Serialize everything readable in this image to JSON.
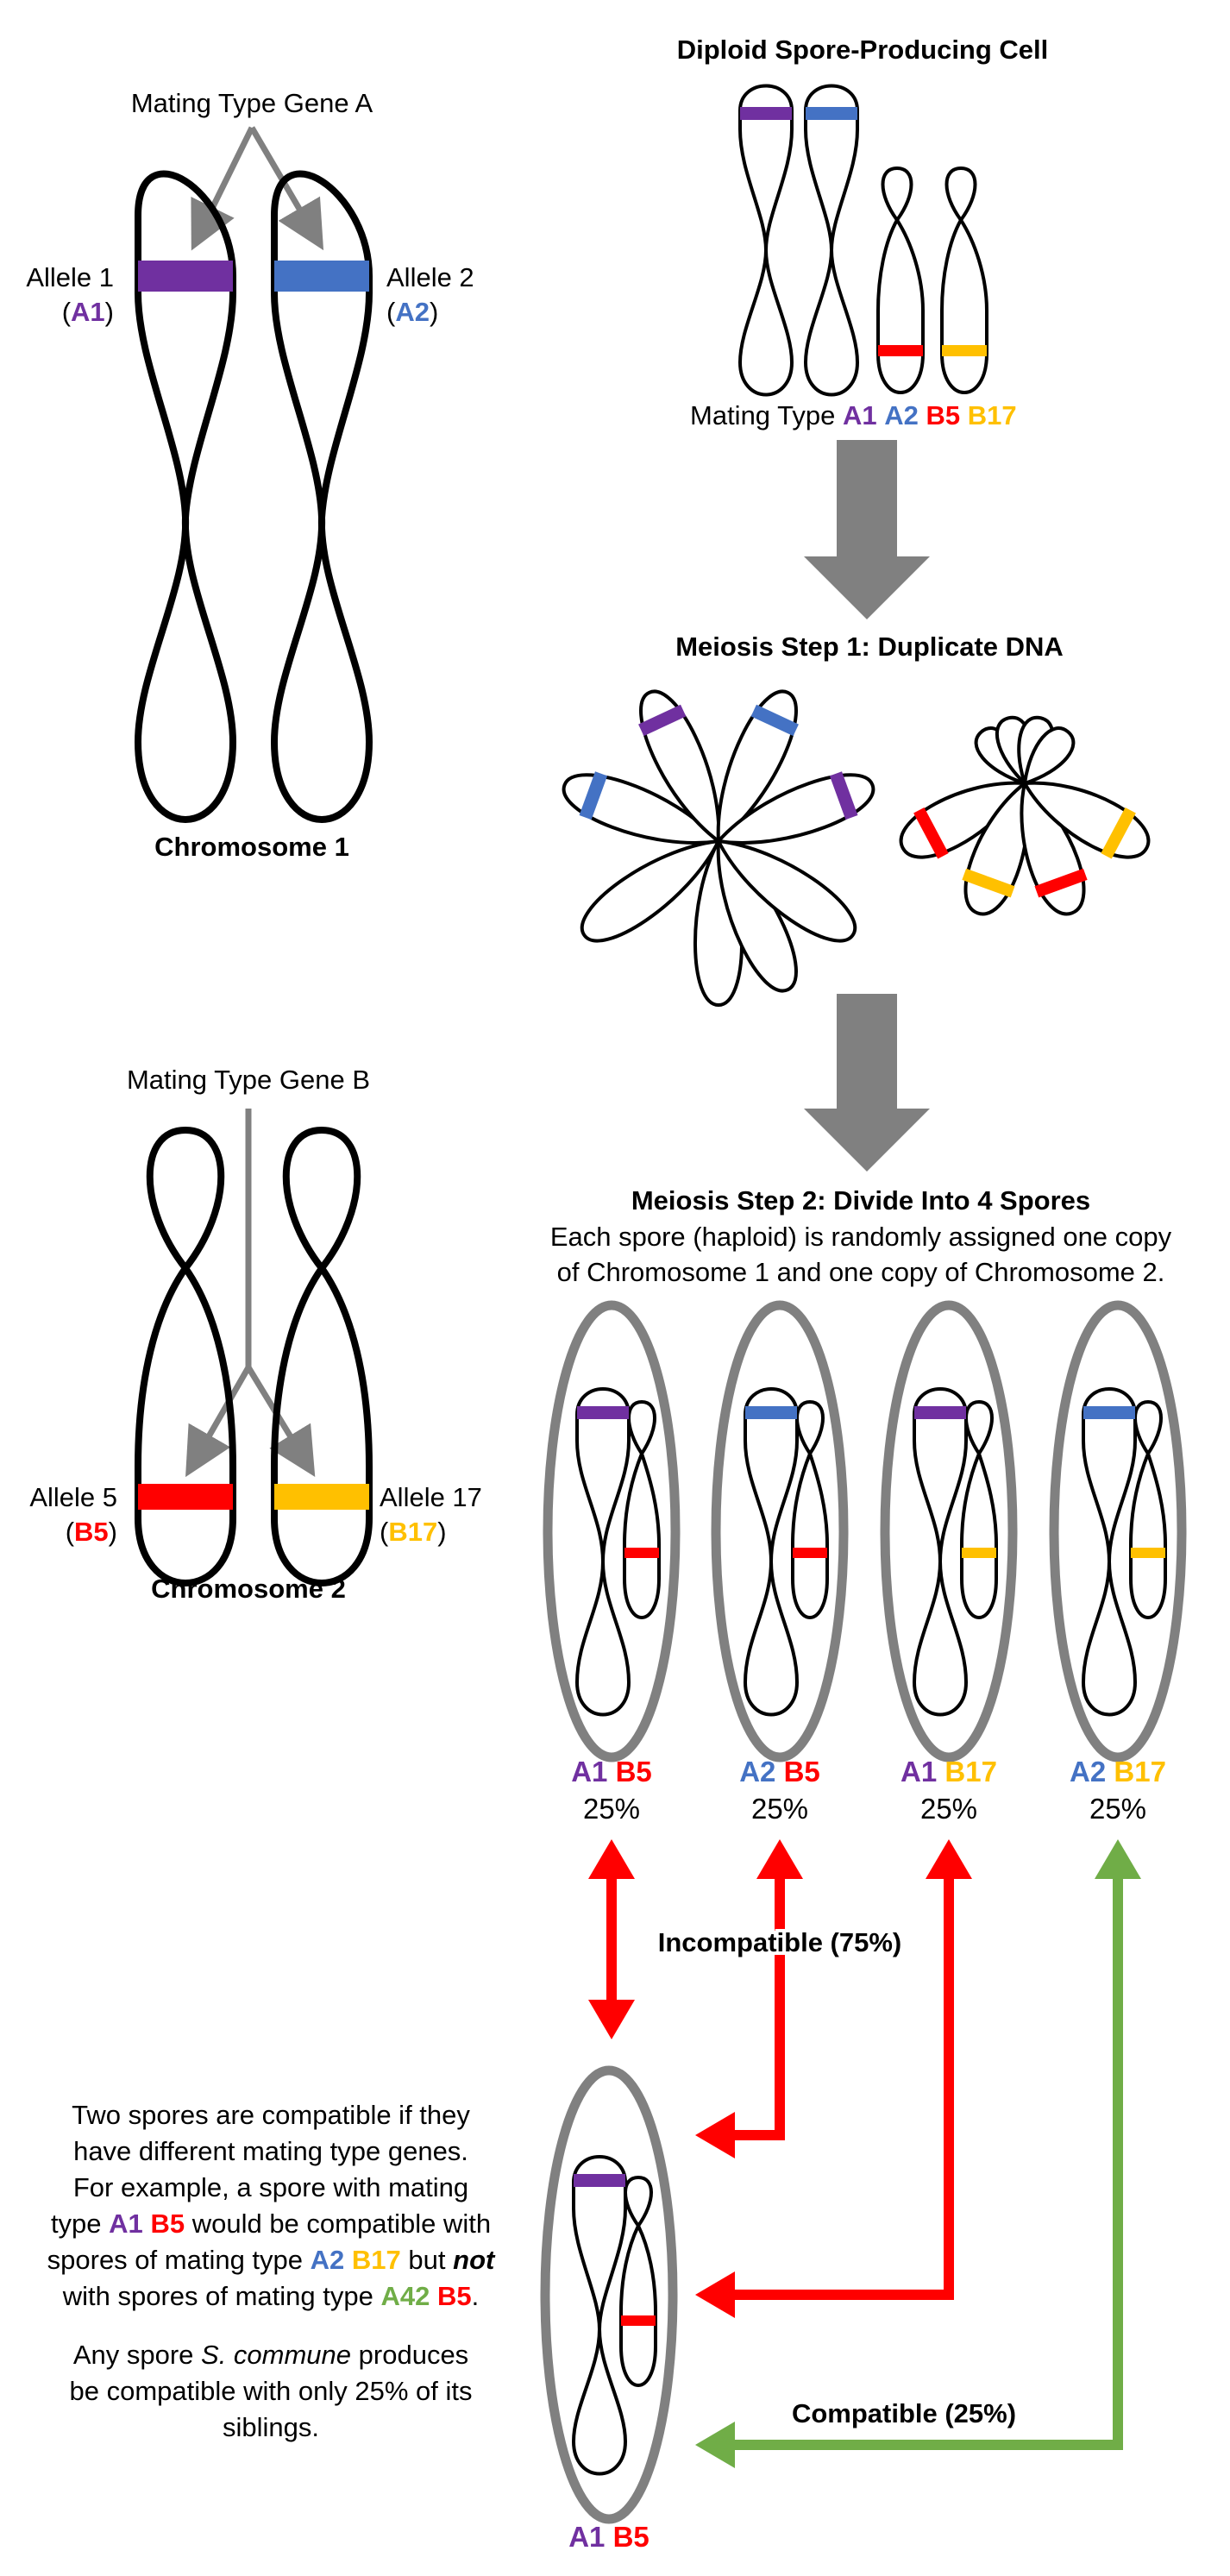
{
  "labels": {
    "gene_a": "Mating Type Gene A",
    "gene_b": "Mating Type Gene B",
    "allele1": "Allele 1",
    "allele1_code": "A1",
    "allele2": "Allele 2",
    "allele2_code": "A2",
    "allele5": "Allele 5",
    "allele5_code": "B5",
    "allele17": "Allele 17",
    "allele17_code": "B17",
    "chromosome1": "Chromosome 1",
    "chromosome2": "Chromosome 2",
    "diploid_title": "Diploid Spore-Producing Cell",
    "mating_type_prefix": "Mating Type",
    "step1_title": "Meiosis Step 1: Duplicate DNA",
    "step2_title": "Meiosis Step 2: Divide Into 4 Spores",
    "step2_line1": "Each spore (haploid) is randomly assigned one copy",
    "step2_line2": "of Chromosome 1 and one copy of Chromosome 2.",
    "incompatible": "Incompatible (75%)",
    "compatible": "Compatible (25%)",
    "bottom_spore_a": "A1",
    "bottom_spore_b": "B5"
  },
  "spores": [
    {
      "a": "A1",
      "b": "B5",
      "percent": "25%"
    },
    {
      "a": "A2",
      "b": "B5",
      "percent": "25%"
    },
    {
      "a": "A1",
      "b": "B17",
      "percent": "25%"
    },
    {
      "a": "A2",
      "b": "B17",
      "percent": "25%"
    }
  ],
  "explanation": {
    "l1": "Two spores are compatible if they",
    "l2": "have different mating type genes.",
    "l3": "For example, a spore with mating",
    "l4_pre": "type",
    "l4_a": "A1",
    "l4_b": "B5",
    "l4_post": "would be compatible with",
    "l5_pre": "spores of mating type",
    "l5_a": "A2",
    "l5_b": "B17",
    "l5_mid": "but",
    "l5_not": "not",
    "l6_pre": "with spores of mating type",
    "l6_a": "A42",
    "l6_b": "B5",
    "l6_post": ".",
    "l7": "Any spore",
    "l7_species": "S. commune",
    "l7_post": "produces",
    "l8": "be compatible with only 25% of its",
    "l9": "siblings."
  },
  "colors": {
    "a1": "#7030a0",
    "a2": "#4472c4",
    "b5": "#ff0000",
    "b17": "#ffc000",
    "a42": "#70ad47",
    "gray": "#808080"
  }
}
